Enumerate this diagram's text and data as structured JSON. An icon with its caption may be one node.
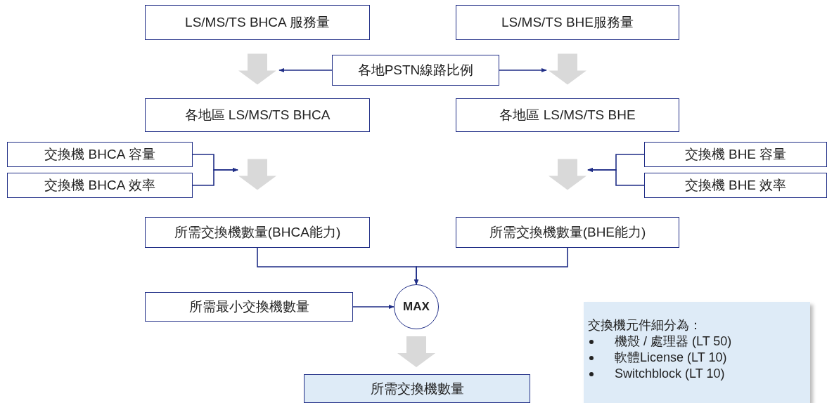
{
  "diagram": {
    "nodes": [
      {
        "text": [
          "LS/MS/TS BHCA 服務量"
        ]
      },
      {
        "text": [
          "LS/MS/TS BHE服務量"
        ]
      },
      {
        "text": [
          "各地PSTN線路比例"
        ]
      },
      {
        "text": [
          "各地區 LS/MS/TS BHCA"
        ]
      },
      {
        "text": [
          "各地區 LS/MS/TS BHE"
        ]
      },
      {
        "text": [
          "交換機 BHCA 容量"
        ]
      },
      {
        "text": [
          "交換機 BHCA 效率"
        ]
      },
      {
        "text": [
          "交換機 BHE 容量"
        ]
      },
      {
        "text": [
          "交換機 BHE 效率"
        ]
      },
      {
        "text": [
          "所需交換機數量(BHCA能力)"
        ]
      },
      {
        "text": [
          "所需交換機數量(BHE能力)"
        ]
      },
      {
        "text": [
          "所需最小交換機數量"
        ]
      },
      {
        "text": [
          "MAX"
        ]
      },
      {
        "text": [
          "所需交換機數量"
        ]
      },
      {
        "text": [
          "交換機元件細分為：",
          "機殼 / 處理器 (LT 50)",
          "軟體License (LT 10)",
          "Switchblock (LT 10)"
        ]
      }
    ],
    "edges": [
      {
        "from": 0,
        "to": 3,
        "arrow": "to",
        "style": "thick",
        "color": "#d9d9d9"
      },
      {
        "from": 1,
        "to": 4,
        "arrow": "to",
        "style": "thick",
        "color": "#d9d9d9"
      },
      {
        "from": 2,
        "to": null,
        "arrow": "to"
      },
      {
        "from": 2,
        "to": null,
        "arrow": "to"
      },
      {
        "from": 5,
        "to": null,
        "arrow": "to"
      },
      {
        "from": 6,
        "to": null,
        "arrow": "to"
      },
      {
        "from": 7,
        "to": null,
        "arrow": "to"
      },
      {
        "from": 8,
        "to": null,
        "arrow": "to"
      },
      {
        "from": 3,
        "to": 9,
        "arrow": "to",
        "style": "thick",
        "color": "#d9d9d9"
      },
      {
        "from": 4,
        "to": 10,
        "arrow": "to",
        "style": "thick",
        "color": "#d9d9d9"
      },
      {
        "from": 9,
        "to": 12,
        "arrow": "to"
      },
      {
        "from": 10,
        "to": 12,
        "arrow": "to"
      },
      {
        "from": 11,
        "to": 12,
        "arrow": "to"
      },
      {
        "from": 12,
        "to": 13,
        "arrow": "to",
        "style": "thick",
        "color": "#d9d9d9"
      }
    ]
  }
}
